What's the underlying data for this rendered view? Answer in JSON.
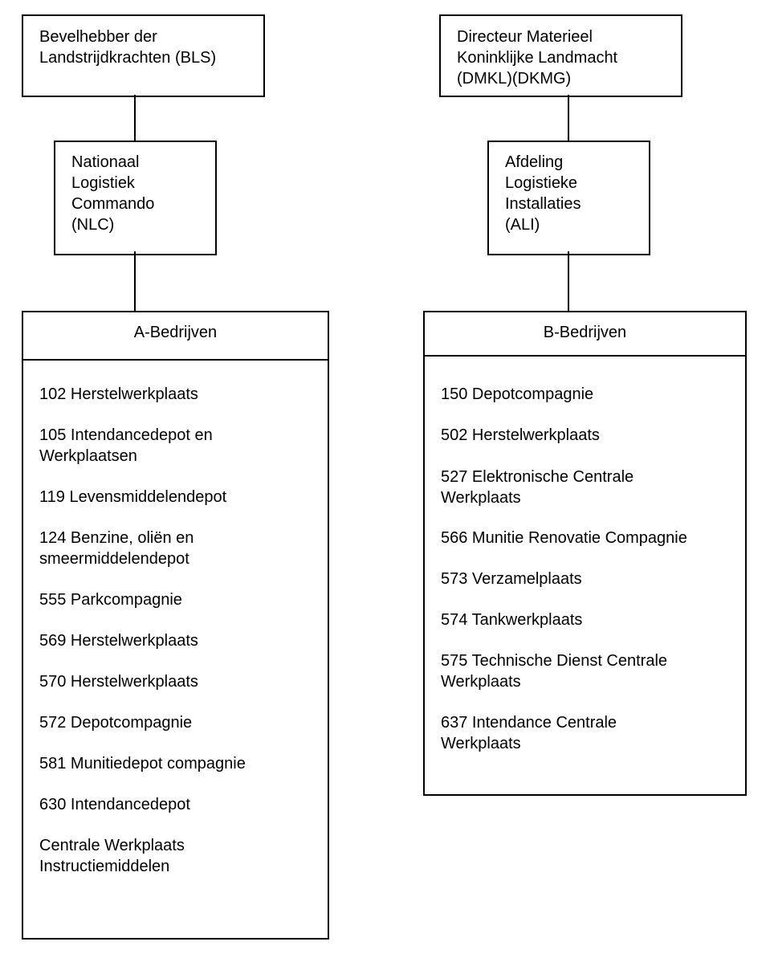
{
  "left": {
    "top_box": "Bevelhebber der\nLandstrijdkrachten (BLS)",
    "mid_box": "Nationaal\nLogistiek\nCommando\n(NLC)",
    "group_title": "A-Bedrijven",
    "items": [
      "102 Herstelwerkplaats",
      "105 Intendancedepot en\nWerkplaatsen",
      "119 Levensmiddelendepot",
      "124 Benzine, oliën en\nsmeermiddelendepot",
      "555 Parkcompagnie",
      "569 Herstelwerkplaats",
      "570 Herstelwerkplaats",
      "572 Depotcompagnie",
      "581 Munitiedepot compagnie",
      "630 Intendancedepot",
      "Centrale Werkplaats\nInstructiemiddelen"
    ]
  },
  "right": {
    "top_box": "Directeur Materieel\nKoninklijke Landmacht\n(DMKL)(DKMG)",
    "mid_box": "Afdeling\nLogistieke\nInstallaties\n(ALI)",
    "group_title": "B-Bedrijven",
    "items": [
      "150 Depotcompagnie",
      "502 Herstelwerkplaats",
      "527 Elektronische Centrale\nWerkplaats",
      "566 Munitie Renovatie Compagnie",
      "573 Verzamelplaats",
      "574 Tankwerkplaats",
      "575 Technische Dienst Centrale\nWerkplaats",
      "637 Intendance Centrale\nWerkplaats"
    ]
  }
}
